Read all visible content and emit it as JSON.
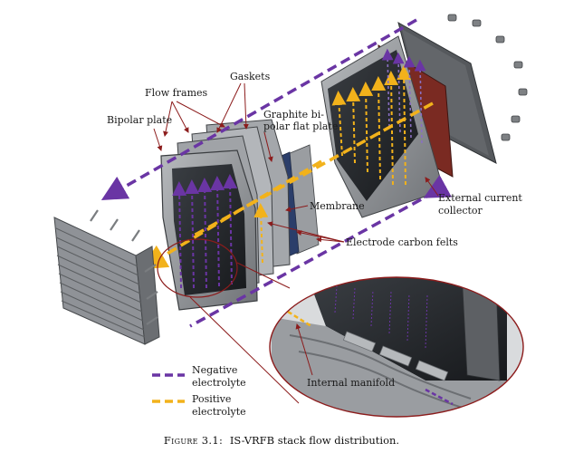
{
  "labels": {
    "flow_frames": "Flow frames",
    "gaskets": "Gaskets",
    "bipolar_plate": "Bipolar plate",
    "graphite_line1": "Graphite bi-",
    "graphite_line2": "polar flat plate",
    "external_line1": "External current",
    "external_line2": "collector",
    "membrane": "Membrane",
    "electrode": "Electrode carbon felts",
    "internal_manifold": "Internal manifold"
  },
  "legend": {
    "negative_line1": "Negative",
    "negative_line2": "electrolyte",
    "positive_line1": "Positive",
    "positive_line2": "electrolyte"
  },
  "caption": {
    "prefix": "Figure 3.1:",
    "text": "IS-VRFB stack flow distribution."
  },
  "colors": {
    "negative": "#6a35a4",
    "positive": "#f2b21b",
    "annotation": "#8c1c1c",
    "metal": "#8e9195",
    "metal_dark": "#4e5155",
    "felt": "#26292d"
  }
}
